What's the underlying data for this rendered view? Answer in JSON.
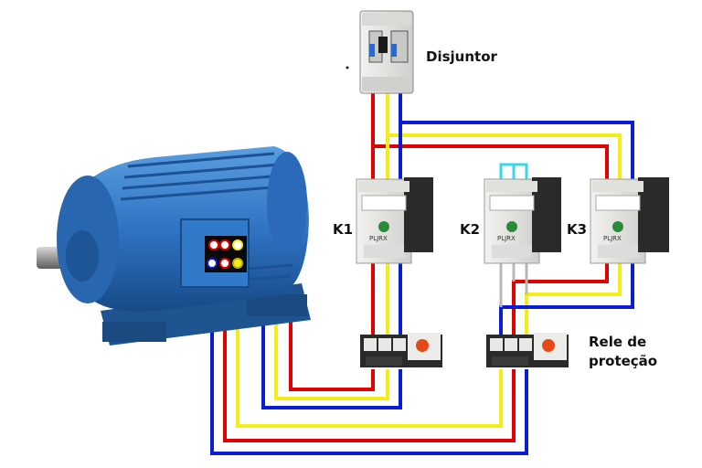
{
  "labels": {
    "breaker": "Disjuntor",
    "k1": "K1",
    "k2": "K2",
    "k3": "K3",
    "relay_line1": "Rele de",
    "relay_line2": "proteção"
  },
  "contactor_text": "PLJRX",
  "colors": {
    "red": "#e00000",
    "yellow": "#f4ee18",
    "blue": "#0a1cd6",
    "cyan": "#36d8e8",
    "motor": "#2f74c4",
    "motor_dark": "#1a4d8c",
    "device": "#e8e8e6",
    "device_dark": "#2a2a2a"
  }
}
